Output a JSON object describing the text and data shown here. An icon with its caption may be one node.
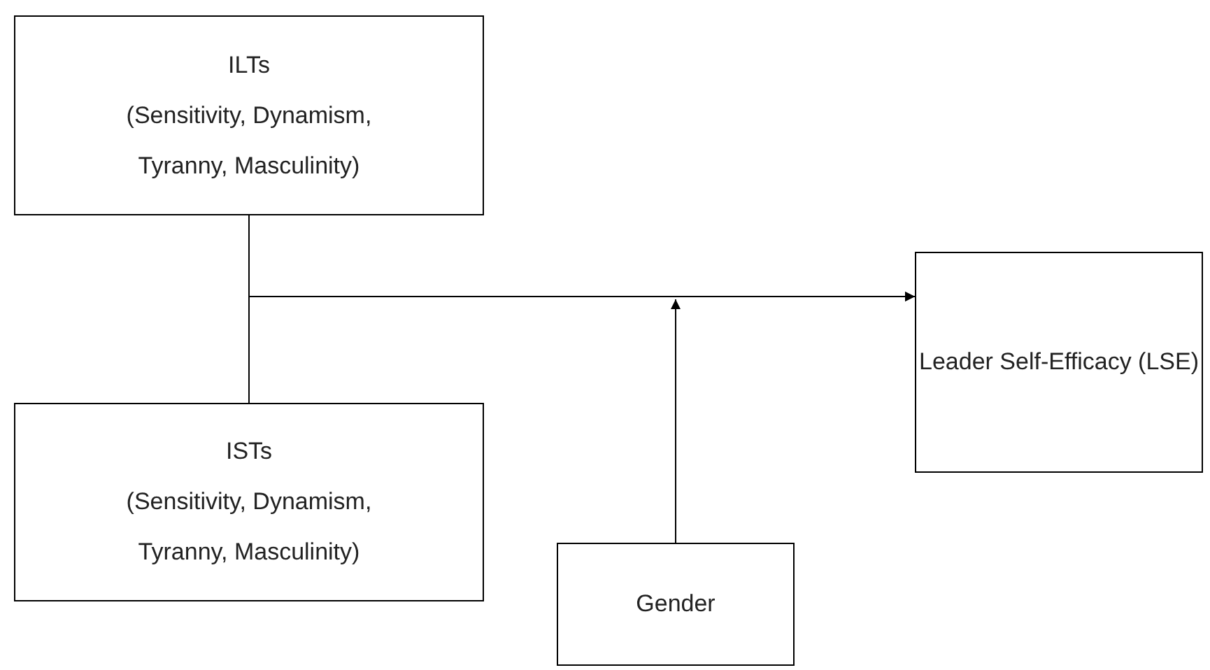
{
  "diagram": {
    "nodes": [
      {
        "text": [
          "ILTs",
          "(Sensitivity, Dynamism, Tyranny, Masculinity)"
        ]
      },
      {
        "text": [
          "ISTs",
          "(Sensitivity, Dynamism, Tyranny, Masculinity)"
        ]
      },
      {
        "text": [
          "Leader Self-Efficacy (LSE)"
        ]
      },
      {
        "text": [
          "Gender"
        ]
      }
    ],
    "edges": [
      {
        "from": 0,
        "to": 2,
        "arrow": "to"
      },
      {
        "from": 1,
        "to": 2,
        "arrow": "to"
      },
      {
        "from": 3,
        "to": null,
        "arrow": "to"
      }
    ]
  }
}
